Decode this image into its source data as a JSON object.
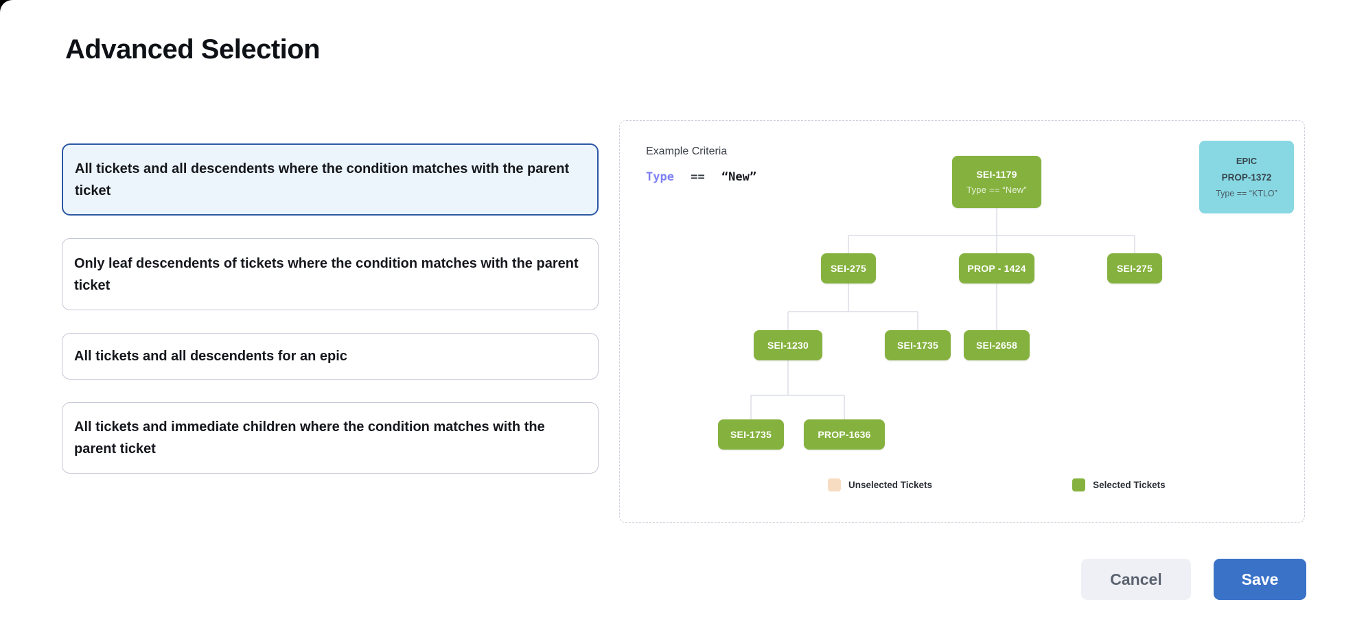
{
  "page": {
    "title": "Advanced Selection"
  },
  "options": [
    {
      "label": "All tickets and all descendents where the condition matches with the parent ticket",
      "selected": true
    },
    {
      "label": "Only leaf descendents of tickets where the condition matches with the parent ticket",
      "selected": false
    },
    {
      "label": "All tickets and all descendents for an epic",
      "selected": false
    },
    {
      "label": "All tickets and immediate children where the condition matches with the parent ticket",
      "selected": false
    }
  ],
  "preview": {
    "criteria_label": "Example Criteria",
    "criteria": {
      "field": "Type",
      "operator": "==",
      "value": "“New”"
    },
    "epic_card": {
      "type_label": "EPIC",
      "id": "PROP-1372",
      "condition": "Type == “KTLO”"
    },
    "tree": {
      "nodes": [
        {
          "label": "SEI-1179",
          "condition": "Type == “New”"
        },
        {
          "label": "SEI-275"
        },
        {
          "label": "PROP - 1424"
        },
        {
          "label": "SEI-275"
        },
        {
          "label": "SEI-1230"
        },
        {
          "label": "SEI-1735"
        },
        {
          "label": "SEI-2658"
        },
        {
          "label": "SEI-1735"
        },
        {
          "label": "PROP-1636"
        }
      ]
    },
    "legend": [
      {
        "label": "Unselected Tickets",
        "color": "#f8dcc2"
      },
      {
        "label": "Selected Tickets",
        "color": "#85b23e"
      }
    ]
  },
  "footer": {
    "cancel_label": "Cancel",
    "save_label": "Save"
  },
  "colors": {
    "selected_card_border": "#2b57a5",
    "selected_card_bg": "#ecf5fb",
    "node_green": "#85b23e",
    "epic_cyan": "#88d8e3",
    "save_blue": "#3a72c8",
    "criteria_field_purple": "#7e80f3"
  }
}
